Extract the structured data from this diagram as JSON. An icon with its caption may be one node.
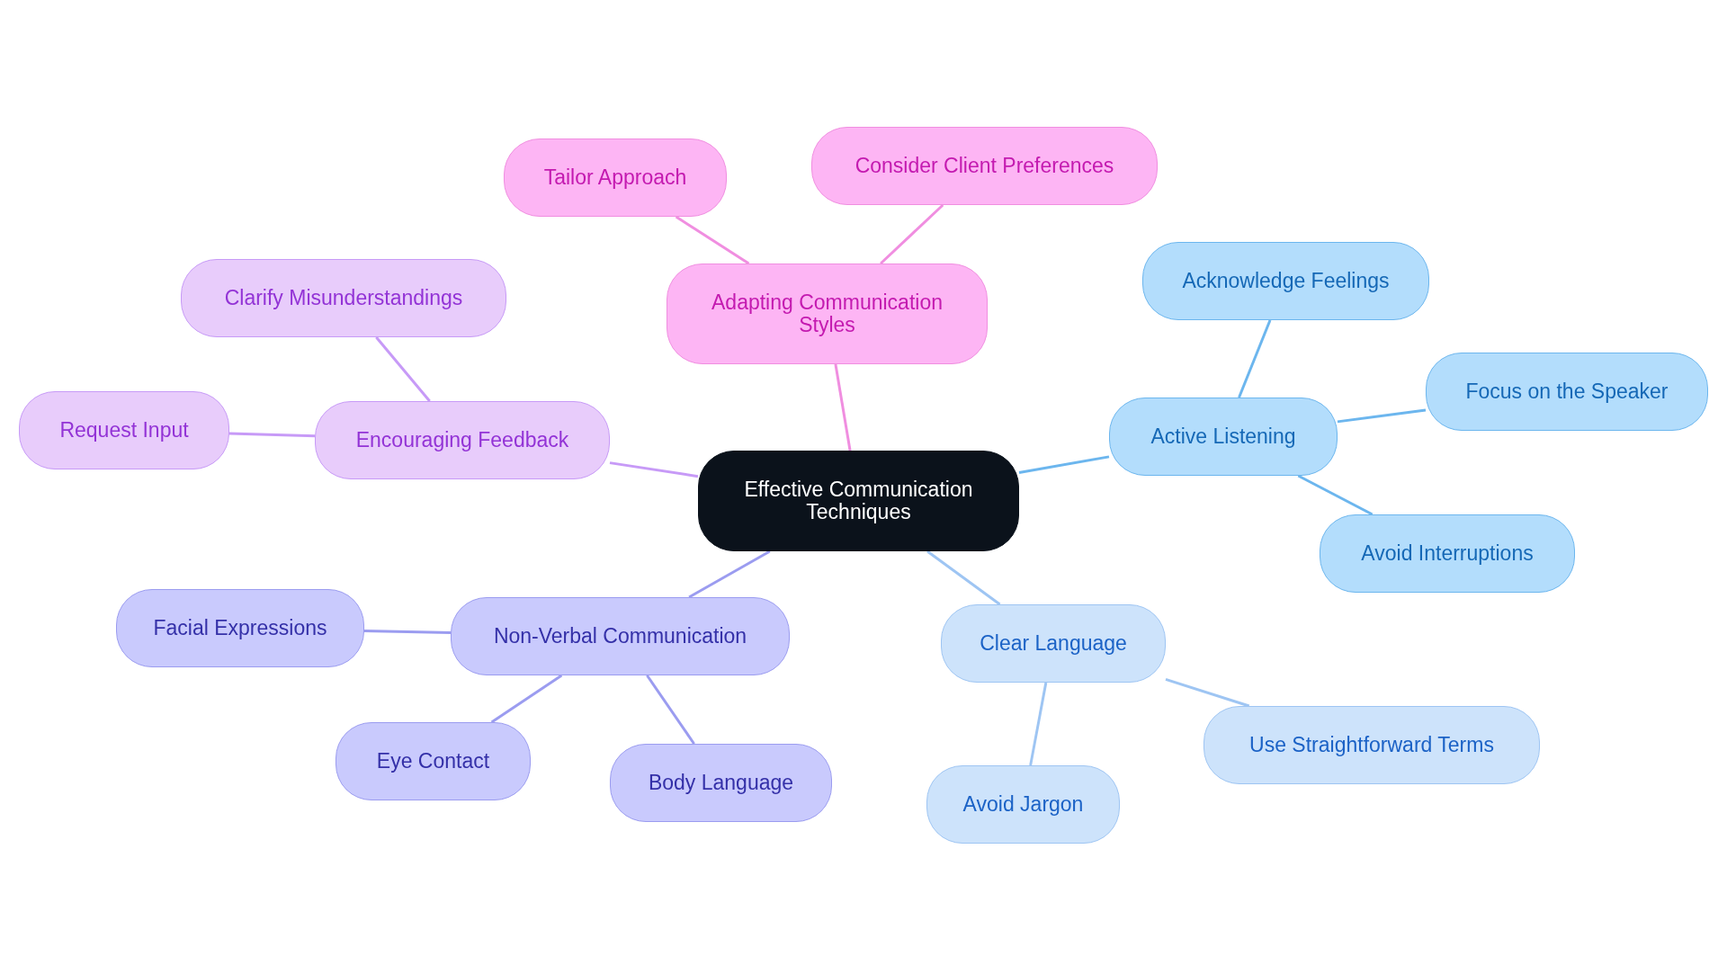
{
  "diagram": {
    "nodes": [
      {
        "text": [
          "Effective Communication Techniques"
        ]
      },
      {
        "text": [
          "Adapting Communication Styles"
        ]
      },
      {
        "text": [
          "Tailor Approach"
        ]
      },
      {
        "text": [
          "Consider Client Preferences"
        ]
      },
      {
        "text": [
          "Encouraging Feedback"
        ]
      },
      {
        "text": [
          "Clarify Misunderstandings"
        ]
      },
      {
        "text": [
          "Request Input"
        ]
      },
      {
        "text": [
          "Active Listening"
        ]
      },
      {
        "text": [
          "Acknowledge Feelings"
        ]
      },
      {
        "text": [
          "Focus on the Speaker"
        ]
      },
      {
        "text": [
          "Avoid Interruptions"
        ]
      },
      {
        "text": [
          "Clear Language"
        ]
      },
      {
        "text": [
          "Use Straightforward Terms"
        ]
      },
      {
        "text": [
          "Avoid Jargon"
        ]
      },
      {
        "text": [
          "Non-Verbal Communication"
        ]
      },
      {
        "text": [
          "Facial Expressions"
        ]
      },
      {
        "text": [
          "Eye Contact"
        ]
      },
      {
        "text": [
          "Body Language"
        ]
      }
    ],
    "edges": [
      {
        "from": 0,
        "to": 1,
        "arrow": "none",
        "color": "#f08ee0"
      },
      {
        "from": 1,
        "to": 2,
        "arrow": "none",
        "color": "#f08ee0"
      },
      {
        "from": 1,
        "to": 3,
        "arrow": "none",
        "color": "#f08ee0"
      },
      {
        "from": 0,
        "to": 4,
        "arrow": "none",
        "color": "#c79af7"
      },
      {
        "from": 4,
        "to": 5,
        "arrow": "none",
        "color": "#c79af7"
      },
      {
        "from": 4,
        "to": 6,
        "arrow": "none",
        "color": "#c79af7"
      },
      {
        "from": 0,
        "to": 7,
        "arrow": "none",
        "color": "#6cb6ee"
      },
      {
        "from": 7,
        "to": 8,
        "arrow": "none",
        "color": "#6cb6ee"
      },
      {
        "from": 7,
        "to": 9,
        "arrow": "none",
        "color": "#6cb6ee"
      },
      {
        "from": 7,
        "to": 10,
        "arrow": "none",
        "color": "#6cb6ee"
      },
      {
        "from": 0,
        "to": 11,
        "arrow": "none",
        "color": "#9ec5f3"
      },
      {
        "from": 11,
        "to": 12,
        "arrow": "none",
        "color": "#9ec5f3"
      },
      {
        "from": 11,
        "to": 13,
        "arrow": "none",
        "color": "#9ec5f3"
      },
      {
        "from": 0,
        "to": 14,
        "arrow": "none",
        "color": "#9b9cf0"
      },
      {
        "from": 14,
        "to": 15,
        "arrow": "none",
        "color": "#9b9cf0"
      },
      {
        "from": 14,
        "to": 16,
        "arrow": "none",
        "color": "#9b9cf0"
      },
      {
        "from": 14,
        "to": 17,
        "arrow": "none",
        "color": "#9b9cf0"
      }
    ]
  }
}
